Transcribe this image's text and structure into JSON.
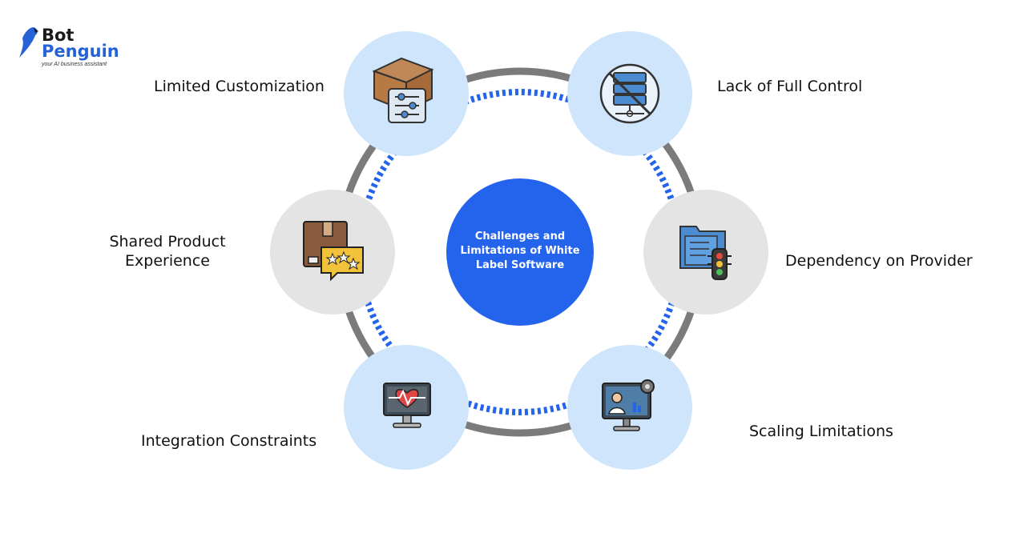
{
  "brand": {
    "name_line1": "Bot",
    "name_line2": "Penguin",
    "tagline": "your AI business assistant"
  },
  "center": {
    "lines": [
      "Challenges and",
      "Limitations of White",
      "Label Software"
    ]
  },
  "nodes": [
    {
      "id": "limited-customization",
      "label": "Limited Customization",
      "icon": "box-with-sliders-icon"
    },
    {
      "id": "lack-of-full-control",
      "label": "Lack of Full Control",
      "icon": "server-crossed-icon"
    },
    {
      "id": "dependency-on-provider",
      "label": "Dependency on Provider",
      "icon": "folder-traffic-light-icon"
    },
    {
      "id": "scaling-limitations",
      "label": "Scaling Limitations",
      "icon": "monitor-user-gear-icon"
    },
    {
      "id": "integration-constraints",
      "label": "Integration Constraints",
      "icon": "monitor-heart-icon"
    },
    {
      "id": "shared-product-experience",
      "label_lines": [
        "Shared Product",
        "Experience"
      ],
      "icon": "package-rating-icon"
    }
  ],
  "colors": {
    "accent_blue": "#2463eb",
    "node_light_blue": "#cfe5fb",
    "node_light_gray": "#e4e4e4",
    "ring_gray": "#7b7b7b"
  }
}
